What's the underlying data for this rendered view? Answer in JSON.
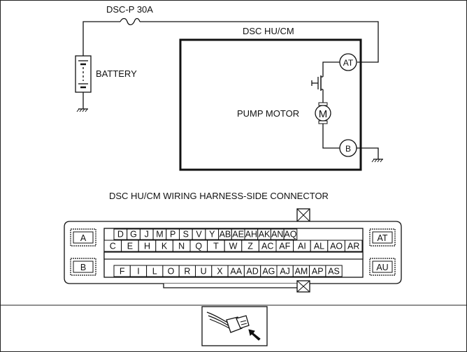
{
  "circuit": {
    "fuse_label": "DSC-P 30A",
    "battery_label": "BATTERY",
    "module_label": "DSC HU/CM",
    "motor_label": "PUMP MOTOR",
    "motor_symbol": "M",
    "terminal_top": "AT",
    "terminal_bottom": "B"
  },
  "connector": {
    "title": "DSC HU/CM WIRING HARNESS-SIDE CONNECTOR",
    "left_terminals": [
      "A",
      "B"
    ],
    "right_terminals": [
      "AT",
      "AU"
    ],
    "row1": [
      "D",
      "G",
      "J",
      "M",
      "P",
      "S",
      "V",
      "Y",
      "AB",
      "AE",
      "AH",
      "AK",
      "AN",
      "AQ"
    ],
    "row2": [
      "C",
      "E",
      "H",
      "K",
      "N",
      "Q",
      "T",
      "W",
      "Z",
      "AC",
      "AF",
      "AI",
      "AL",
      "AO",
      "AR"
    ],
    "row3": [
      "F",
      "I",
      "L",
      "O",
      "R",
      "U",
      "X",
      "AA",
      "AD",
      "AG",
      "AJ",
      "AM",
      "AP",
      "AS"
    ]
  },
  "icons": {
    "plug": "connector-plug-with-arrow-icon"
  }
}
